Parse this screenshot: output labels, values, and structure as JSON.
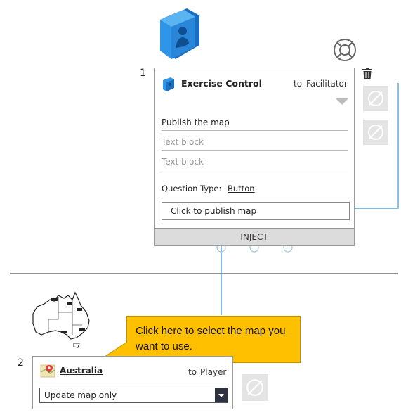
{
  "card1": {
    "number": "1",
    "from": "Exercise Control",
    "to_label": "to",
    "to_value": "Facilitator",
    "title_field": "Publish the map",
    "text_block_1": "Text block",
    "text_block_2": "Text block",
    "question_type_label": "Question Type:",
    "question_type_value": "Button",
    "button_text": "Click to publish map",
    "inject_label": "INJECT"
  },
  "card2": {
    "number": "2",
    "map_name": "Australia",
    "to_label": "to",
    "to_value": "Player",
    "select_value": "Update map only"
  },
  "callout": {
    "text": "Click here to select the map you want to use."
  },
  "colors": {
    "callout_bg": "#ffc000",
    "inject_bg": "#dcdcdc",
    "connector": "#3d8fd1",
    "role_icon": "#1f8ee0"
  },
  "icons": {
    "role": "user-card-icon",
    "help": "lifebuoy-icon",
    "delete": "trash-icon",
    "null": "empty-set-icon",
    "map": "map-pin-icon"
  }
}
